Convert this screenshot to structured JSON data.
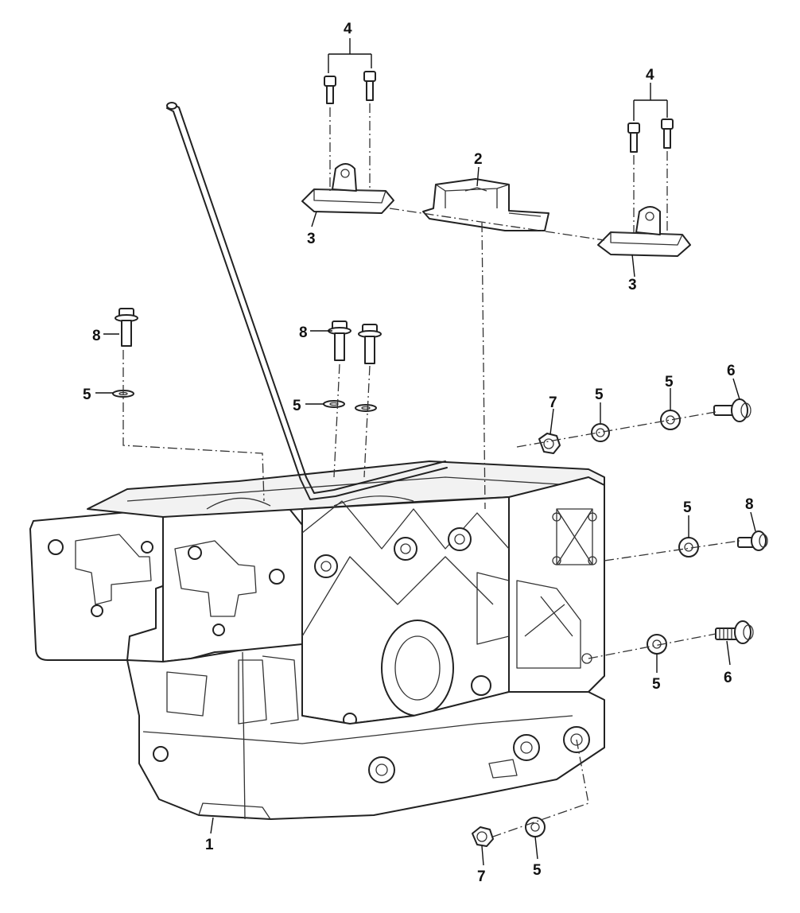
{
  "callouts": [
    "1",
    "2",
    "3",
    "4",
    "5",
    "6",
    "7",
    "8"
  ],
  "colors": {
    "line": "#222222",
    "background": "#ffffff"
  }
}
